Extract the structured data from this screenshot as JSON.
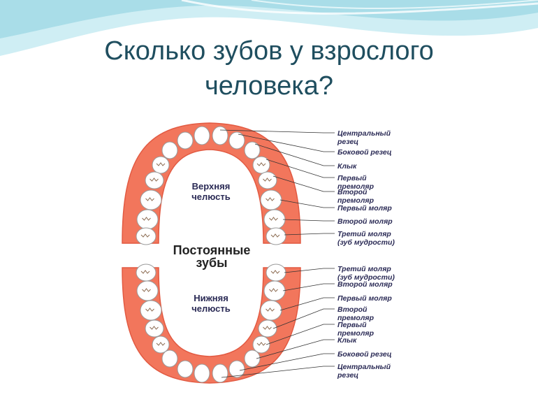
{
  "slide": {
    "title_line1": "Сколько зубов у взрослого",
    "title_line2": "человека?"
  },
  "diagram": {
    "upper_jaw": {
      "label_line1": "Верхняя",
      "label_line2": "челюсть"
    },
    "lower_jaw": {
      "label_line1": "Нижняя",
      "label_line2": "челюсть"
    },
    "center_label": {
      "line1": "Постоянные",
      "line2": "зубы"
    },
    "upper_labels": [
      {
        "line1": "Центральный",
        "line2": "резец"
      },
      {
        "line1": "Боковой резец"
      },
      {
        "line1": "Клык"
      },
      {
        "line1": "Первый",
        "line2": "премоляр"
      },
      {
        "line1": "Второй",
        "line2": "премоляр"
      },
      {
        "line1": "Первый моляр"
      },
      {
        "line1": "Второй моляр"
      },
      {
        "line1": "Третий моляр",
        "line2": "(зуб мудрости)"
      }
    ],
    "lower_labels": [
      {
        "line1": "Третий моляр",
        "line2": "(зуб мудрости)"
      },
      {
        "line1": "Второй моляр"
      },
      {
        "line1": "Первый моляр"
      },
      {
        "line1": "Второй",
        "line2": "премоляр"
      },
      {
        "line1": "Первый",
        "line2": "премоляр"
      },
      {
        "line1": "Клык"
      },
      {
        "line1": "Боковой резец"
      },
      {
        "line1": "Центральный",
        "line2": "резец"
      }
    ],
    "colors": {
      "gum": "#f2765c",
      "gum_dark": "#e25a42",
      "tooth": "#ffffff",
      "tooth_outline": "#9a9a9a",
      "label_text": "#2a2a55",
      "center_text": "#222222",
      "leader_line": "#333333",
      "title": "#1f4e5f",
      "header_wave": "#bfe6ee"
    }
  }
}
